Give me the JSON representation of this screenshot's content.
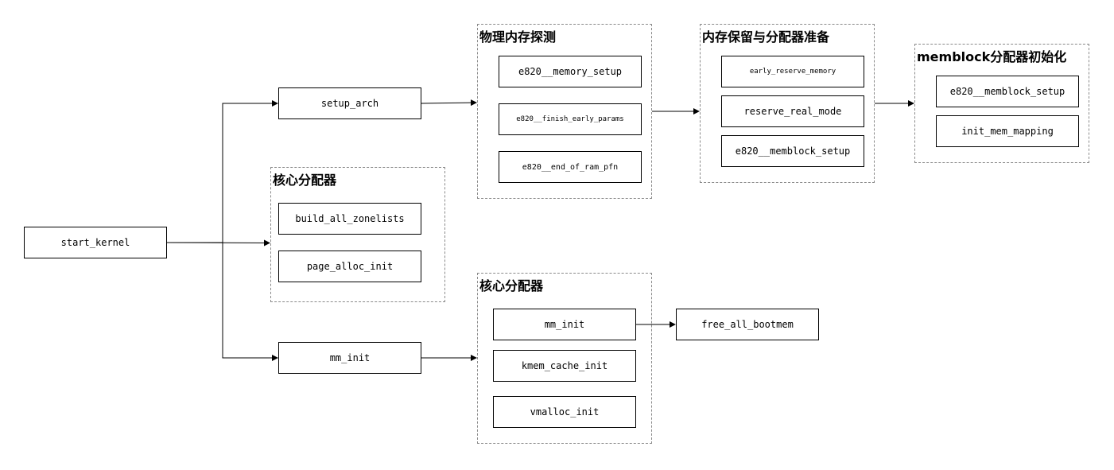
{
  "nodes": {
    "start_kernel": "start_kernel",
    "setup_arch": "setup_arch",
    "mm_init_main": "mm_init",
    "build_all_zonelists": "build_all_zonelists",
    "page_alloc_init": "page_alloc_init",
    "e820_memory_setup": "e820__memory_setup",
    "e820_finish_early_params": "e820__finish_early_params",
    "e820_end_of_ram_pfn": "e820__end_of_ram_pfn",
    "early_reserve_memory": "early_reserve_memory",
    "reserve_real_mode": "reserve_real_mode",
    "e820_memblock_setup_a": "e820__memblock_setup",
    "e820_memblock_setup_b": "e820__memblock_setup",
    "init_mem_mapping": "init_mem_mapping",
    "mm_init_inner": "mm_init",
    "kmem_cache_init": "kmem_cache_init",
    "vmalloc_init": "vmalloc_init",
    "free_all_bootmem": "free_all_bootmem"
  },
  "groups": {
    "physical_memory_probe": "物理内存探测",
    "core_allocator_top": "核心分配器",
    "memory_reserve": "内存保留与分配器准备",
    "memblock_init": "memblock分配器初始化",
    "core_allocator_bottom": "核心分配器"
  },
  "colors": {
    "stroke": "#000000",
    "group_border": "#8a8a8a"
  }
}
